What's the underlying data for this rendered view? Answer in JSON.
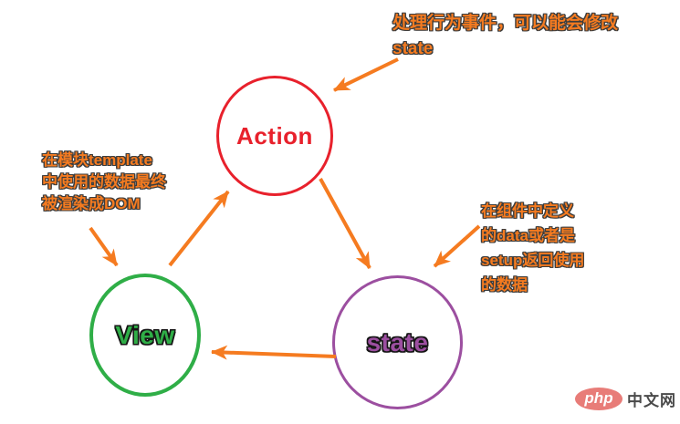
{
  "diagram": {
    "nodes": {
      "action": {
        "label": "Action"
      },
      "view": {
        "label": "View"
      },
      "state": {
        "label": "state"
      }
    },
    "notes": {
      "action": {
        "lines": [
          "处理行为事件，可以能会修改",
          "state"
        ]
      },
      "view": {
        "lines": [
          "在模块template",
          "中使用的数据最终",
          "被渲染成DOM"
        ]
      },
      "state": {
        "lines": [
          "在组件中定义",
          "的data或者是",
          "setup返回使用",
          "的数据"
        ]
      }
    },
    "arrows": [
      {
        "name": "view-to-action",
        "from": "view",
        "to": "action"
      },
      {
        "name": "action-to-state",
        "from": "action",
        "to": "state"
      },
      {
        "name": "state-to-view",
        "from": "state",
        "to": "view"
      },
      {
        "name": "action-note-to-action",
        "from": "action-note",
        "to": "action"
      },
      {
        "name": "view-note-to-view",
        "from": "view-note",
        "to": "view"
      },
      {
        "name": "state-note-to-state",
        "from": "state-note",
        "to": "state"
      }
    ]
  },
  "watermark": {
    "badge_label": "php",
    "site_label": "中文网"
  },
  "colors": {
    "arrow-orange": "#f57b20",
    "note-orange": "#f57b20",
    "note-outline": "#3d3d3d",
    "action-red": "#e8212c",
    "view-green": "#2fae47",
    "state-purple": "#9c4fa0",
    "logo-pink": "#e87c78",
    "logo-gray": "#4a4a4a"
  }
}
